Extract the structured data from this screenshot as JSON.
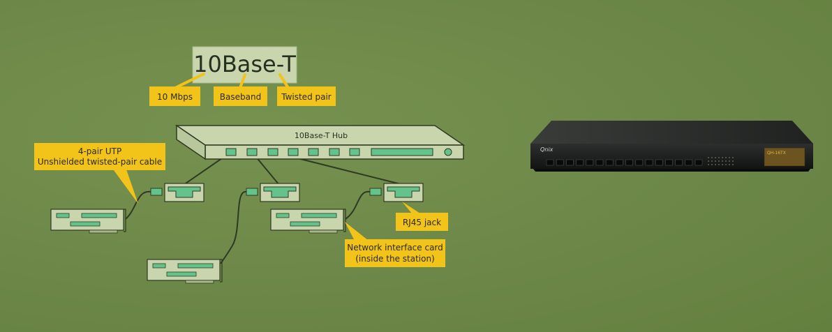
{
  "title": "10Base-T",
  "properties": [
    "10 Mbps",
    "Baseband",
    "Twisted pair"
  ],
  "hub_label": "10Base-T Hub",
  "callouts": {
    "cable_line1": "4-pair UTP",
    "cable_line2": "Unshielded twisted-pair cable",
    "jack": "RJ45 jack",
    "nic_line1": "Network interface card",
    "nic_line2": "(inside the station)"
  },
  "photo": {
    "brand": "Qnix",
    "badge": "QH-16TX"
  },
  "colors": {
    "background": "#6f8b4b",
    "callout": "#f2c318",
    "device": "#c9d6ad",
    "port": "#63c38b",
    "line": "#2f3a22"
  }
}
